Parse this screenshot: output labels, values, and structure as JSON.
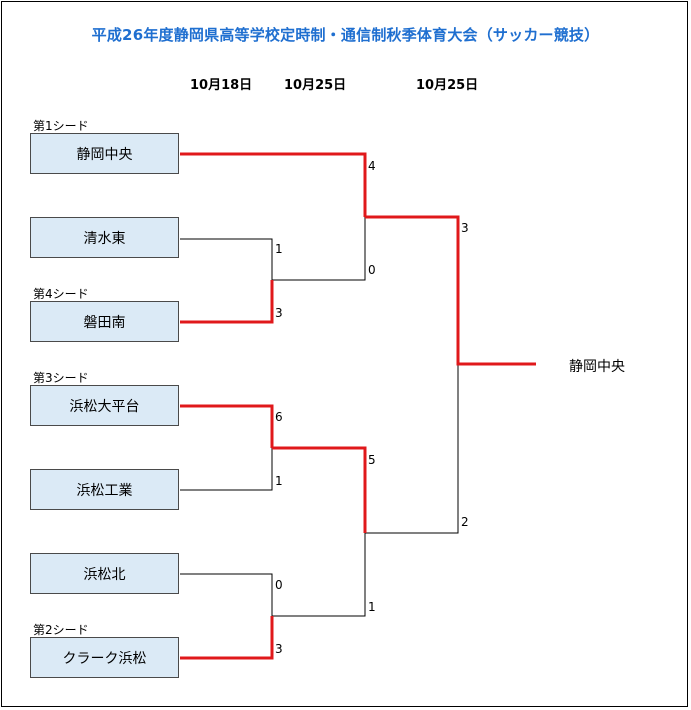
{
  "title": "平成26年度静岡県高等学校定時制・通信制秋季体育大会（サッカー競技）",
  "dates": {
    "round1": "10月18日",
    "round2": "10月25日",
    "final": "10月25日"
  },
  "teams": [
    {
      "name": "静岡中央",
      "seed": "第1シード"
    },
    {
      "name": "清水東",
      "seed": ""
    },
    {
      "name": "磐田南",
      "seed": "第4シード"
    },
    {
      "name": "浜松大平台",
      "seed": "第3シード"
    },
    {
      "name": "浜松工業",
      "seed": ""
    },
    {
      "name": "浜松北",
      "seed": ""
    },
    {
      "name": "クラーク浜松",
      "seed": "第2シード"
    }
  ],
  "scores": {
    "r1_game1": {
      "top": "1",
      "bottom": "3"
    },
    "r1_game2": {
      "top": "6",
      "bottom": "1"
    },
    "r1_game3": {
      "top": "0",
      "bottom": "3"
    },
    "semi1": {
      "top": "4",
      "bottom": "0"
    },
    "semi2": {
      "top": "5",
      "bottom": "1"
    },
    "final": {
      "top": "3",
      "bottom": "2"
    }
  },
  "champion": "静岡中央",
  "colors": {
    "title": "#1f6fd0",
    "winner_line": "#e0181b",
    "loser_line": "#000000",
    "team_box": "#dbeaf6"
  }
}
